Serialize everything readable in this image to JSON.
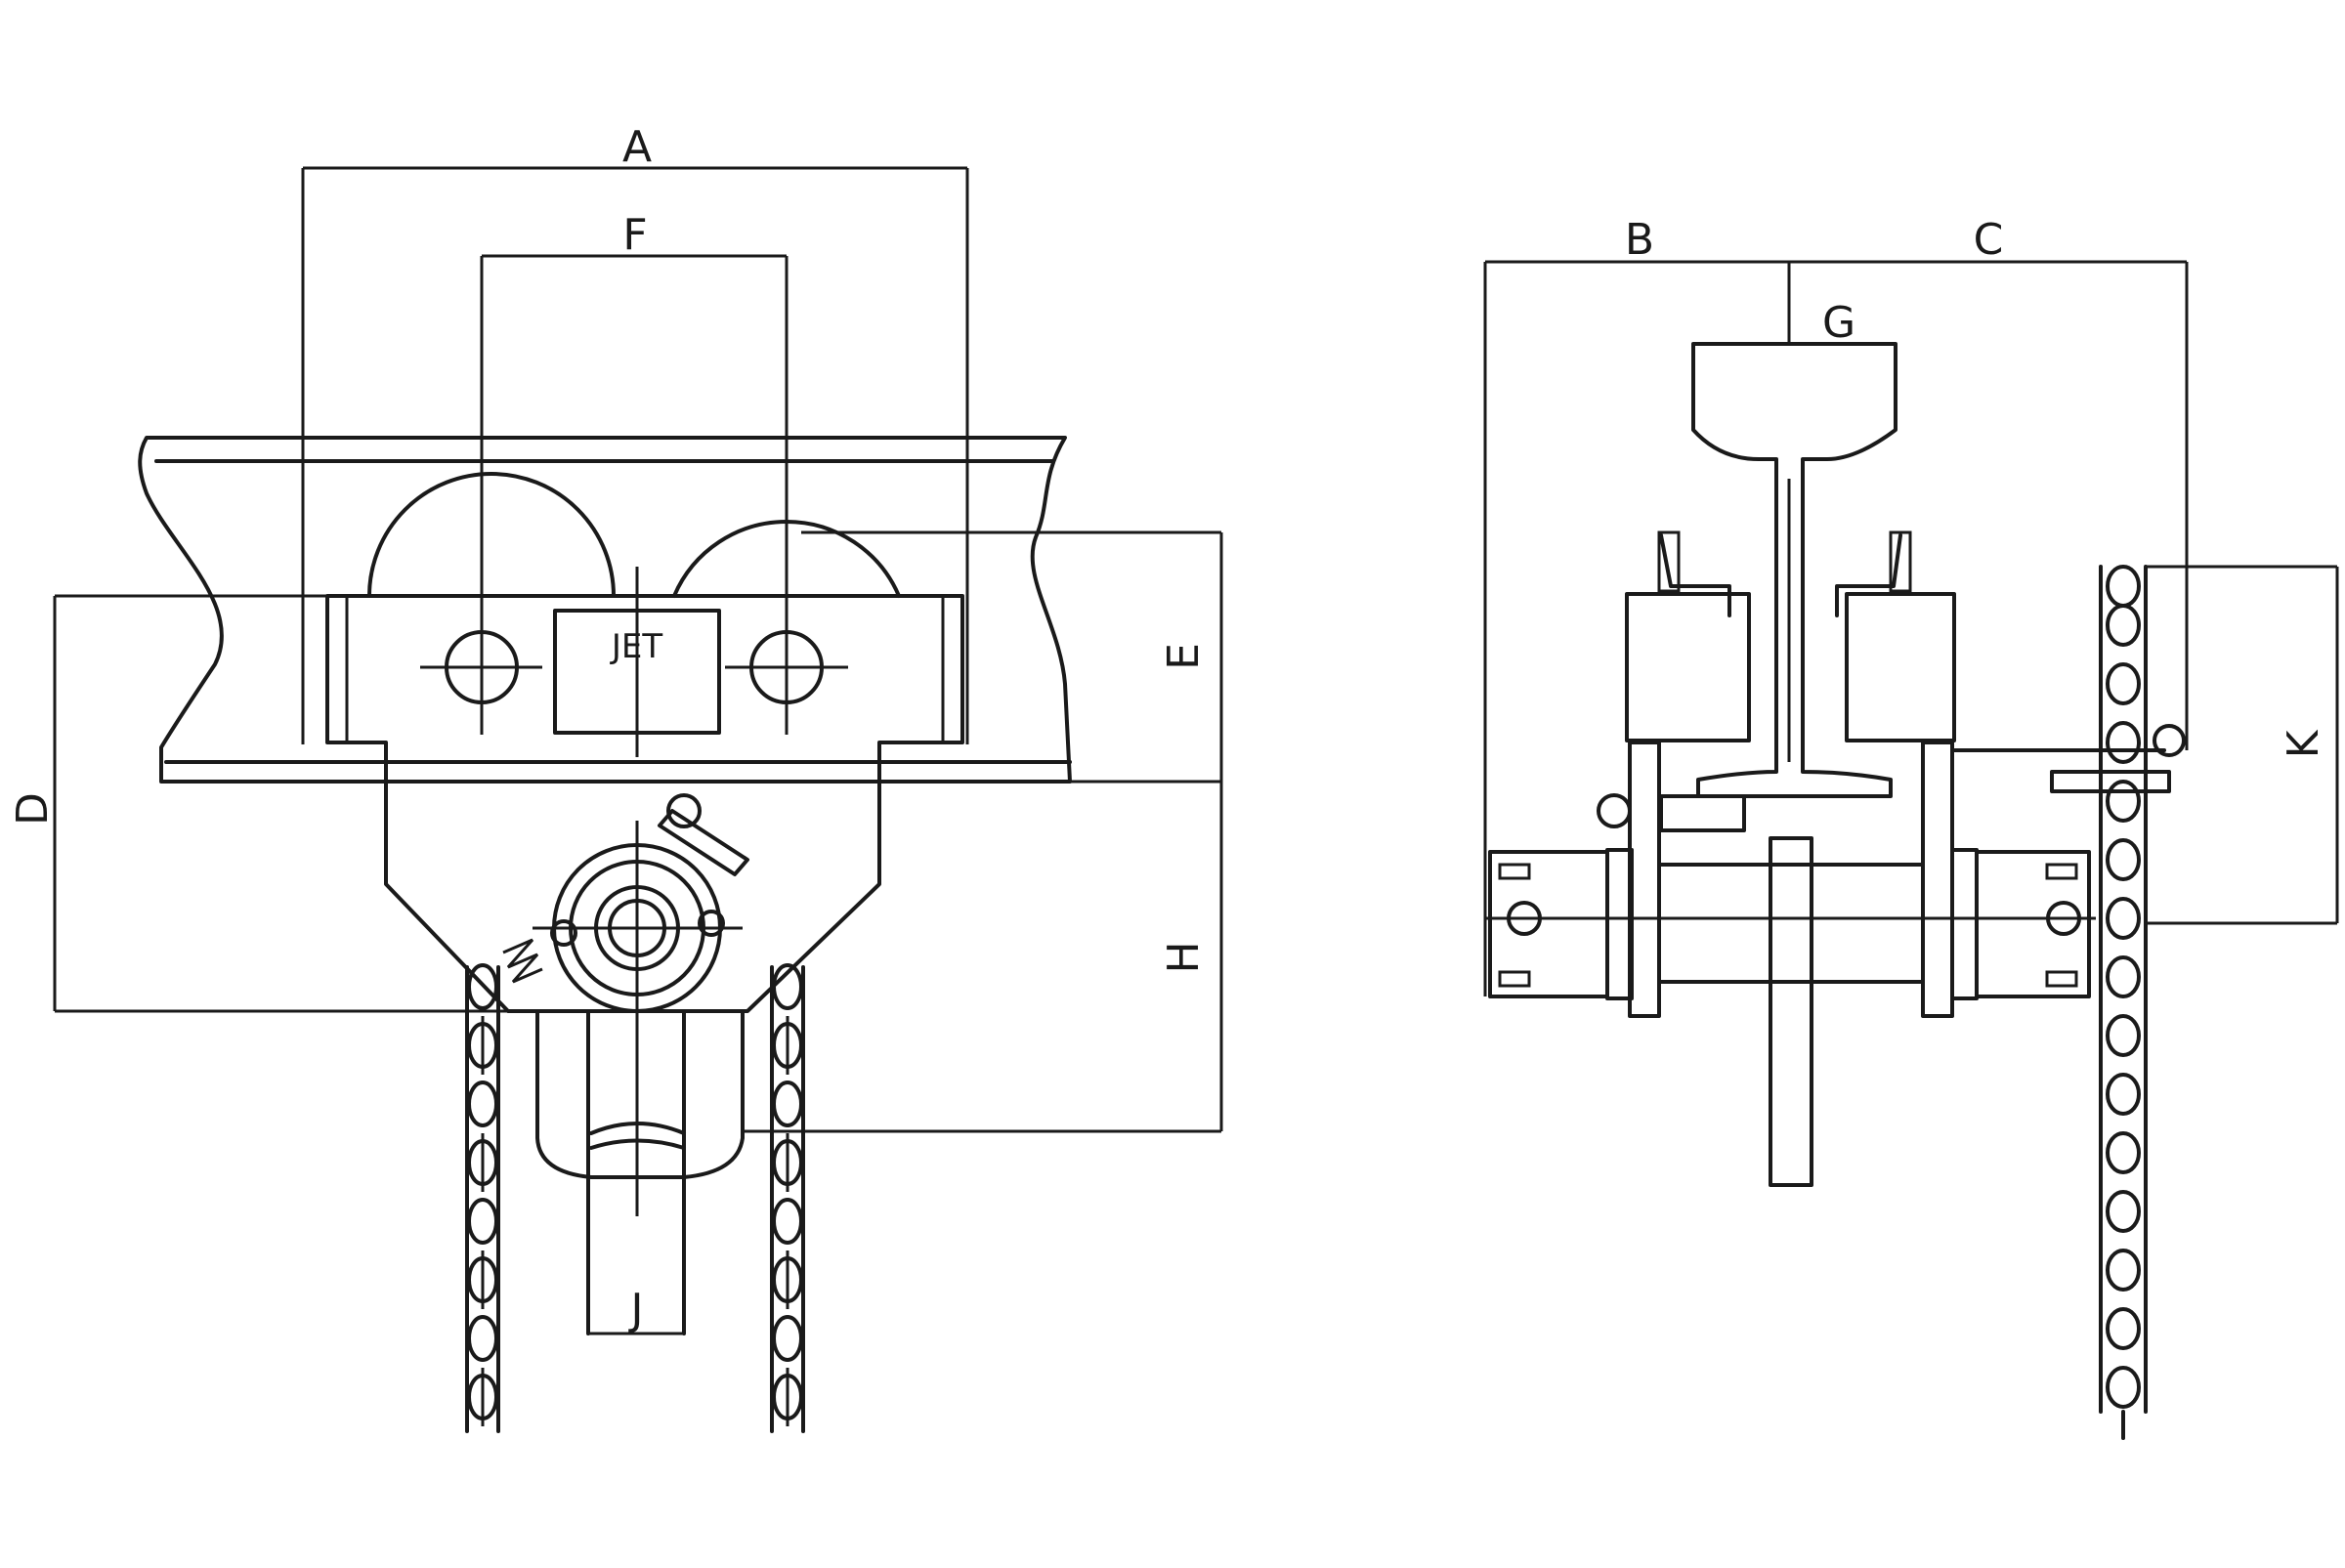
{
  "front_view": {
    "labels": {
      "A": "A",
      "F": "F",
      "D": "D",
      "E": "E",
      "H": "H",
      "J": "J"
    },
    "brand": "JET"
  },
  "side_view": {
    "labels": {
      "B": "B",
      "C": "C",
      "G": "G",
      "K": "K"
    }
  },
  "colors": {
    "line": "#1a1a1a",
    "background": "#ffffff"
  }
}
